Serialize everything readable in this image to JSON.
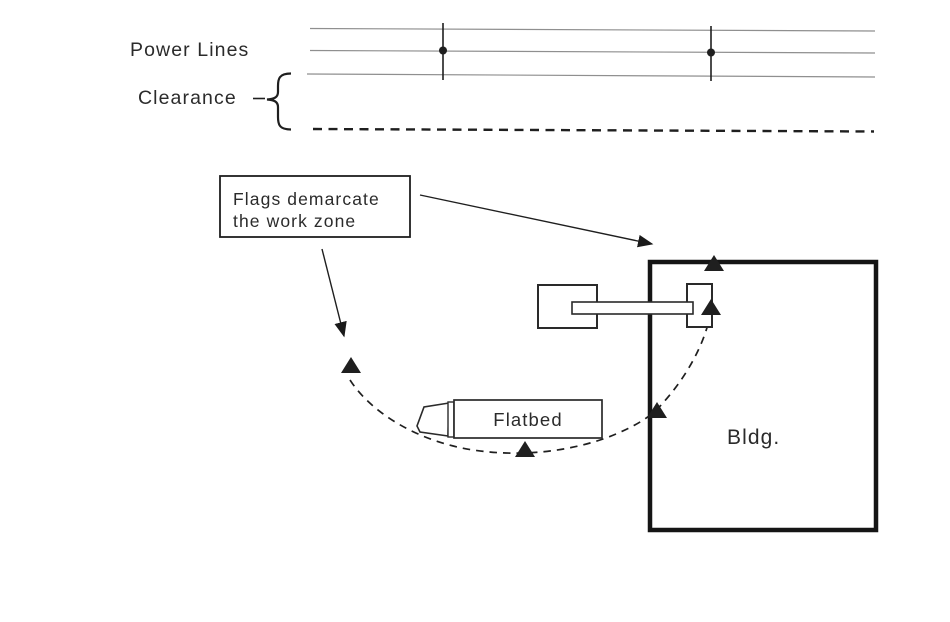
{
  "diagram": {
    "kind": "power-line clearance / work-zone safety diagram",
    "labels": {
      "power_lines": "Power Lines",
      "clearance": "Clearance",
      "flag_note_line1": "Flags demarcate",
      "flag_note_line2": "the work zone",
      "flatbed": "Flatbed",
      "building": "Bldg."
    },
    "elements": {
      "power_line_count": 3,
      "insulator_count": 2,
      "flag_count": 5,
      "work_zone_boundary_style": "dashed arc",
      "clearance_boundary_style": "dashed line"
    },
    "colors": {
      "background": "#ffffff",
      "ink": "#1f1f1f",
      "power_line_gray": "#8f8f8f",
      "text": "#2b2b2b"
    }
  }
}
